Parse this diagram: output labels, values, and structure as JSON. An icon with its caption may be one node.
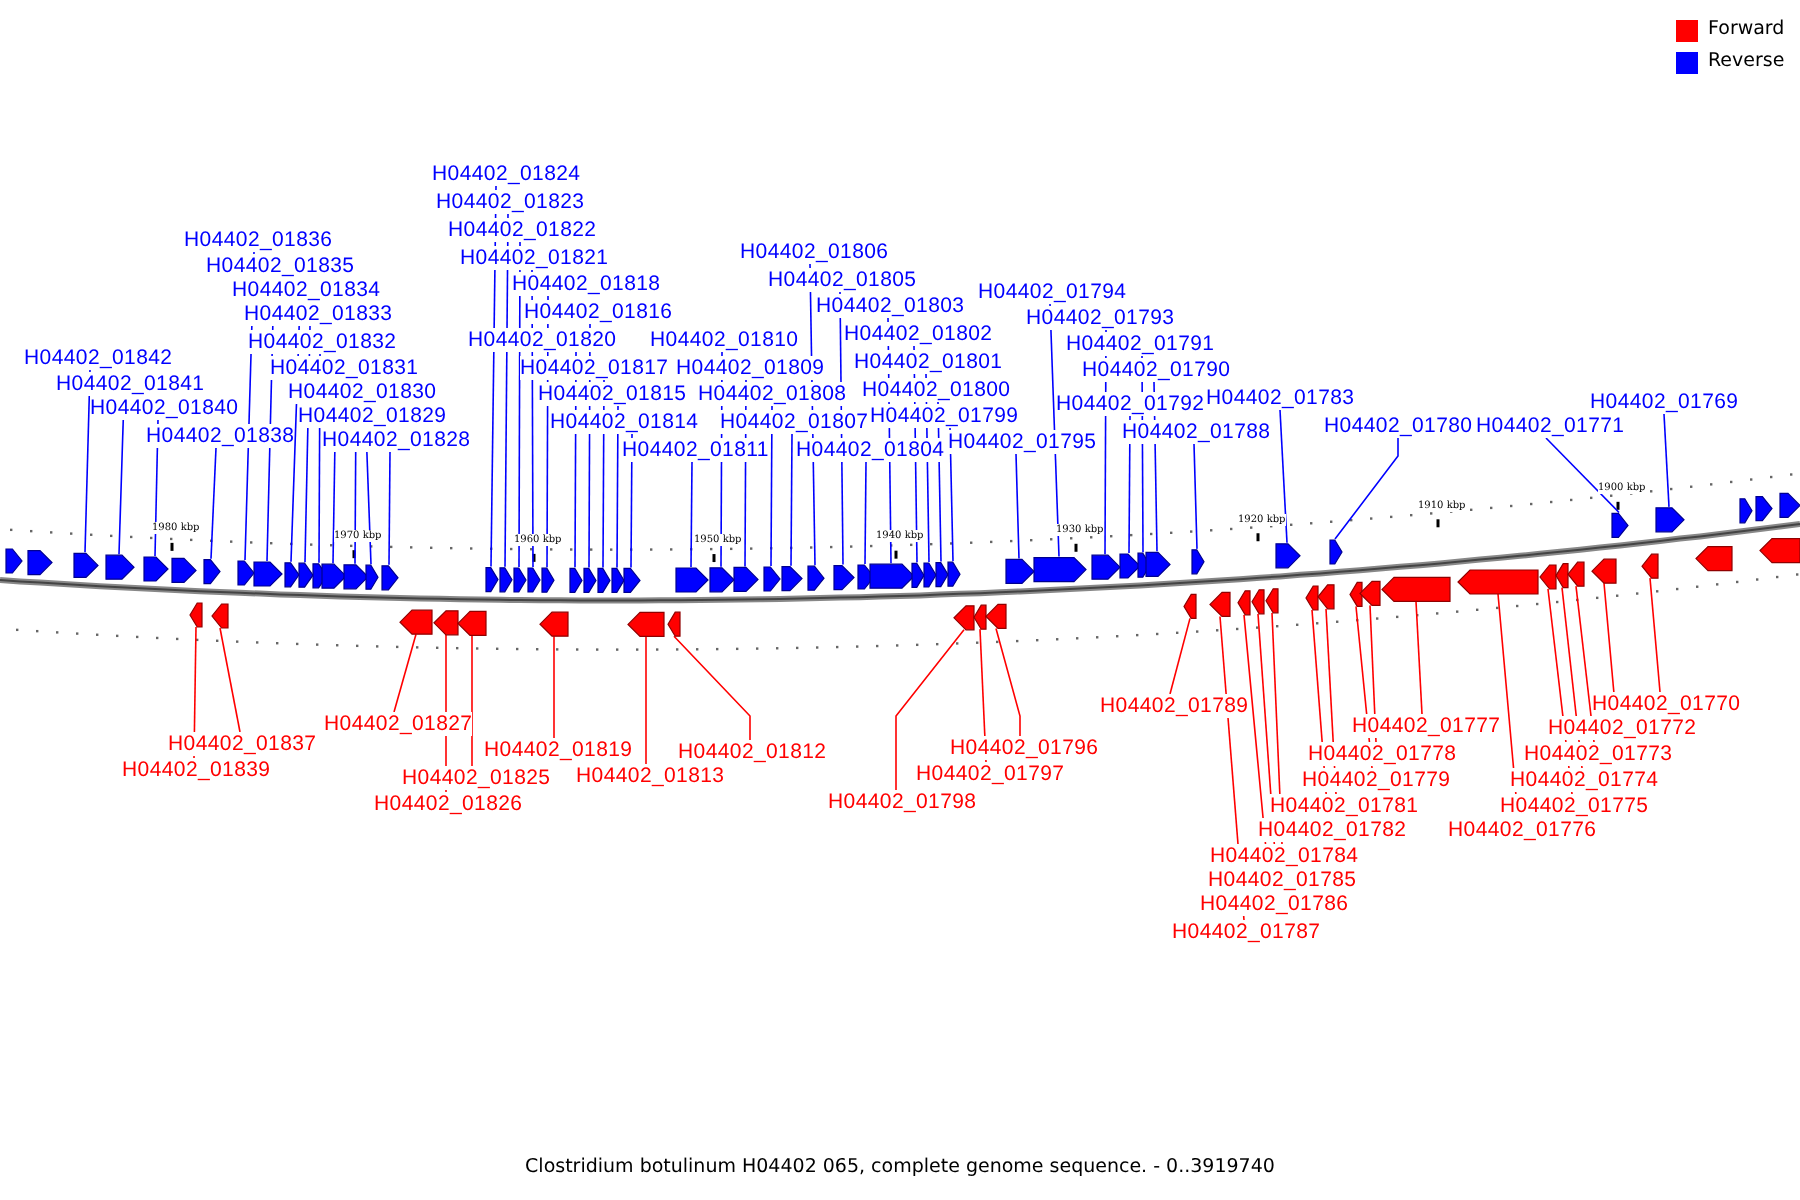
{
  "diagram": {
    "caption": "Clostridium botulinum H04402 065, complete genome sequence. - 0..3919740",
    "nodes": [
      {
        "text": [
          "H04402_01842"
        ]
      },
      {
        "text": [
          "H04402_01841"
        ]
      },
      {
        "text": [
          "H04402_01840"
        ]
      },
      {
        "text": [
          "H04402_01838"
        ]
      },
      {
        "text": [
          "H04402_01836"
        ]
      },
      {
        "text": [
          "H04402_01835"
        ]
      },
      {
        "text": [
          "H04402_01834"
        ]
      },
      {
        "text": [
          "H04402_01833"
        ]
      },
      {
        "text": [
          "H04402_01832"
        ]
      },
      {
        "text": [
          "H04402_01831"
        ]
      },
      {
        "text": [
          "H04402_01830"
        ]
      },
      {
        "text": [
          "H04402_01829"
        ]
      },
      {
        "text": [
          "H04402_01828"
        ]
      },
      {
        "text": [
          "H04402_01824"
        ]
      },
      {
        "text": [
          "H04402_01823"
        ]
      },
      {
        "text": [
          "H04402_01822"
        ]
      },
      {
        "text": [
          "H04402_01821"
        ]
      },
      {
        "text": [
          "H04402_01818"
        ]
      },
      {
        "text": [
          "H04402_01820"
        ]
      },
      {
        "text": [
          "H04402_01816"
        ]
      },
      {
        "text": [
          "H04402_01817"
        ]
      },
      {
        "text": [
          "H04402_01815"
        ]
      },
      {
        "text": [
          "H04402_01814"
        ]
      },
      {
        "text": [
          "H04402_01811"
        ]
      },
      {
        "text": [
          "H04402_01810"
        ]
      },
      {
        "text": [
          "H04402_01809"
        ]
      },
      {
        "text": [
          "H04402_01808"
        ]
      },
      {
        "text": [
          "H04402_01807"
        ]
      },
      {
        "text": [
          "H04402_01806"
        ]
      },
      {
        "text": [
          "H04402_01805"
        ]
      },
      {
        "text": [
          "H04402_01804"
        ]
      },
      {
        "text": [
          "H04402_01803"
        ]
      },
      {
        "text": [
          "H04402_01802"
        ]
      },
      {
        "text": [
          "H04402_01801"
        ]
      },
      {
        "text": [
          "H04402_01800"
        ]
      },
      {
        "text": [
          "H04402_01799"
        ]
      },
      {
        "text": [
          "H04402_01795"
        ]
      },
      {
        "text": [
          "H04402_01794"
        ]
      },
      {
        "text": [
          "H04402_01793"
        ]
      },
      {
        "text": [
          "H04402_01792"
        ]
      },
      {
        "text": [
          "H04402_01791"
        ]
      },
      {
        "text": [
          "H04402_01790"
        ]
      },
      {
        "text": [
          "H04402_01788"
        ]
      },
      {
        "text": [
          "H04402_01783"
        ]
      },
      {
        "text": [
          "H04402_01780"
        ]
      },
      {
        "text": [
          "H04402_01771"
        ]
      },
      {
        "text": [
          "H04402_01769"
        ]
      },
      {
        "text": [
          "H04402_01837"
        ]
      },
      {
        "text": [
          "H04402_01839"
        ]
      },
      {
        "text": [
          "H04402_01827"
        ]
      },
      {
        "text": [
          "H04402_01826"
        ]
      },
      {
        "text": [
          "H04402_01825"
        ]
      },
      {
        "text": [
          "H04402_01819"
        ]
      },
      {
        "text": [
          "H04402_01813"
        ]
      },
      {
        "text": [
          "H04402_01812"
        ]
      },
      {
        "text": [
          "H04402_01798"
        ]
      },
      {
        "text": [
          "H04402_01797"
        ]
      },
      {
        "text": [
          "H04402_01796"
        ]
      },
      {
        "text": [
          "H04402_01789"
        ]
      },
      {
        "text": [
          "H04402_01787"
        ]
      },
      {
        "text": [
          "H04402_01786"
        ]
      },
      {
        "text": [
          "H04402_01785"
        ]
      },
      {
        "text": [
          "H04402_01784"
        ]
      },
      {
        "text": [
          "H04402_01782"
        ]
      },
      {
        "text": [
          "H04402_01781"
        ]
      },
      {
        "text": [
          "H04402_01779"
        ]
      },
      {
        "text": [
          "H04402_01778"
        ]
      },
      {
        "text": [
          "H04402_01777"
        ]
      },
      {
        "text": [
          "H04402_01776"
        ]
      },
      {
        "text": [
          "H04402_01775"
        ]
      },
      {
        "text": [
          "H04402_01774"
        ]
      },
      {
        "text": [
          "H04402_01773"
        ]
      },
      {
        "text": [
          "H04402_01772"
        ]
      },
      {
        "text": [
          "H04402_01770"
        ]
      },
      {
        "text": [],
        "shape": "arrow"
      },
      {
        "text": [],
        "shape": "arrow"
      },
      {
        "text": [],
        "shape": "arrow"
      },
      {
        "text": [],
        "shape": "arrow"
      },
      {
        "text": [],
        "shape": "arrow"
      },
      {
        "text": [],
        "shape": "arrow"
      },
      {
        "text": [],
        "shape": "arrow"
      },
      {
        "text": [],
        "shape": "arrow"
      },
      {
        "text": [],
        "shape": "arrow"
      },
      {
        "text": [],
        "shape": "arrow"
      },
      {
        "text": [],
        "shape": "arrow"
      },
      {
        "text": [],
        "shape": "arrow"
      },
      {
        "text": [],
        "shape": "arrow"
      },
      {
        "text": [],
        "shape": "arrow"
      },
      {
        "text": [],
        "shape": "arrow"
      },
      {
        "text": [],
        "shape": "arrow"
      },
      {
        "text": [],
        "shape": "arrow"
      },
      {
        "text": [],
        "shape": "arrow"
      },
      {
        "text": [],
        "shape": "arrow"
      },
      {
        "text": [],
        "shape": "arrow"
      },
      {
        "text": [],
        "shape": "arrow"
      },
      {
        "text": [],
        "shape": "arrow"
      },
      {
        "text": [],
        "shape": "arrow"
      },
      {
        "text": [],
        "shape": "arrow"
      },
      {
        "text": [],
        "shape": "arrow"
      },
      {
        "text": [],
        "shape": "arrow"
      },
      {
        "text": [],
        "shape": "arrow"
      },
      {
        "text": [],
        "shape": "arrow"
      },
      {
        "text": [],
        "shape": "arrow"
      },
      {
        "text": [],
        "shape": "arrow"
      },
      {
        "text": [],
        "shape": "arrow"
      },
      {
        "text": [],
        "shape": "arrow"
      },
      {
        "text": [],
        "shape": "arrow"
      },
      {
        "text": [],
        "shape": "arrow"
      },
      {
        "text": [],
        "shape": "arrow"
      },
      {
        "text": [],
        "shape": "arrow"
      },
      {
        "text": [],
        "shape": "arrow"
      },
      {
        "text": [],
        "shape": "arrow"
      },
      {
        "text": [],
        "shape": "arrow"
      },
      {
        "text": [],
        "shape": "arrow"
      },
      {
        "text": [],
        "shape": "arrow"
      },
      {
        "text": [],
        "shape": "arrow"
      },
      {
        "text": [],
        "shape": "arrow"
      },
      {
        "text": [],
        "shape": "arrow"
      },
      {
        "text": [],
        "shape": "arrow"
      },
      {
        "text": [],
        "shape": "arrow"
      },
      {
        "text": [],
        "shape": "arrow"
      },
      {
        "text": [],
        "shape": "arrow"
      },
      {
        "text": [],
        "shape": "arrow"
      },
      {
        "text": [],
        "shape": "arrow"
      },
      {
        "text": [],
        "shape": "arrow"
      },
      {
        "text": [],
        "shape": "arrow"
      },
      {
        "text": [],
        "shape": "arrow"
      },
      {
        "text": [],
        "shape": "arrow"
      },
      {
        "text": [],
        "shape": "arrow"
      },
      {
        "text": [],
        "shape": "arrow"
      },
      {
        "text": [],
        "shape": "arrow"
      },
      {
        "text": [],
        "shape": "arrow"
      },
      {
        "text": [],
        "shape": "arrow"
      },
      {
        "text": [],
        "shape": "arrow"
      },
      {
        "text": [],
        "shape": "arrow"
      },
      {
        "text": [],
        "shape": "arrow"
      },
      {
        "text": [],
        "shape": "arrow"
      },
      {
        "text": [],
        "shape": "arrow"
      },
      {
        "text": [],
        "shape": "arrow"
      },
      {
        "text": [],
        "shape": "arrow"
      },
      {
        "text": [],
        "shape": "arrow"
      },
      {
        "text": [],
        "shape": "arrow"
      },
      {
        "text": [],
        "shape": "arrow"
      },
      {
        "text": [],
        "shape": "arrow"
      },
      {
        "text": [],
        "shape": "arrow"
      },
      {
        "text": [],
        "shape": "arrow"
      },
      {
        "text": [],
        "shape": "arrow"
      },
      {
        "text": [],
        "shape": "arrow"
      },
      {
        "text": [],
        "shape": "arrow"
      },
      {
        "text": [],
        "shape": "arrow"
      },
      {
        "text": [],
        "shape": "arrow"
      },
      {
        "text": [],
        "shape": "arrow"
      },
      {
        "text": [],
        "shape": "arrow"
      },
      {
        "text": [],
        "shape": "arrow"
      },
      {
        "text": [],
        "shape": "arrow"
      },
      {
        "text": [],
        "shape": "arrow"
      }
    ],
    "edges": [
      {
        "from": 0,
        "to": 74,
        "arrow": "none"
      },
      {
        "from": 1,
        "to": 75,
        "arrow": "none"
      },
      {
        "from": 2,
        "to": 76,
        "arrow": "none"
      },
      {
        "from": 3,
        "to": 77,
        "arrow": "none"
      },
      {
        "from": 4,
        "to": 78,
        "arrow": "none"
      },
      {
        "from": 5,
        "to": 79,
        "arrow": "none"
      },
      {
        "from": 6,
        "to": 80,
        "arrow": "none"
      },
      {
        "from": 7,
        "to": 81,
        "arrow": "none"
      },
      {
        "from": 8,
        "to": 82,
        "arrow": "none"
      },
      {
        "from": 9,
        "to": 83,
        "arrow": "none"
      },
      {
        "from": 10,
        "to": 84,
        "arrow": "none"
      },
      {
        "from": 11,
        "to": 85,
        "arrow": "none"
      },
      {
        "from": 12,
        "to": 86,
        "arrow": "none"
      },
      {
        "from": 13,
        "to": 87,
        "arrow": "none"
      },
      {
        "from": 14,
        "to": 88,
        "arrow": "none"
      },
      {
        "from": 15,
        "to": 89,
        "arrow": "none"
      },
      {
        "from": 16,
        "to": 90,
        "arrow": "none"
      },
      {
        "from": 17,
        "to": 91,
        "arrow": "none"
      },
      {
        "from": 18,
        "to": 92,
        "arrow": "none"
      },
      {
        "from": 19,
        "to": 93,
        "arrow": "none"
      },
      {
        "from": 20,
        "to": 94,
        "arrow": "none"
      },
      {
        "from": 21,
        "to": 95,
        "arrow": "none"
      },
      {
        "from": 22,
        "to": 96,
        "arrow": "none"
      },
      {
        "from": 23,
        "to": 97,
        "arrow": "none"
      },
      {
        "from": 24,
        "to": 98,
        "arrow": "none"
      },
      {
        "from": 25,
        "to": 99,
        "arrow": "none"
      },
      {
        "from": 26,
        "to": 100,
        "arrow": "none"
      },
      {
        "from": 27,
        "to": 101,
        "arrow": "none"
      },
      {
        "from": 28,
        "to": 102,
        "arrow": "none"
      },
      {
        "from": 29,
        "to": 103,
        "arrow": "none"
      },
      {
        "from": 30,
        "to": 104,
        "arrow": "none"
      },
      {
        "from": 31,
        "to": 105,
        "arrow": "none"
      },
      {
        "from": 32,
        "to": 106,
        "arrow": "none"
      },
      {
        "from": 33,
        "to": 107,
        "arrow": "none"
      },
      {
        "from": 34,
        "to": 108,
        "arrow": "none"
      },
      {
        "from": 35,
        "to": 109,
        "arrow": "none"
      },
      {
        "from": 36,
        "to": 110,
        "arrow": "none"
      },
      {
        "from": 37,
        "to": 111,
        "arrow": "none"
      },
      {
        "from": 38,
        "to": 112,
        "arrow": "none"
      },
      {
        "from": 39,
        "to": 113,
        "arrow": "none"
      },
      {
        "from": 40,
        "to": 114,
        "arrow": "none"
      },
      {
        "from": 41,
        "to": 115,
        "arrow": "none"
      },
      {
        "from": 42,
        "to": 116,
        "arrow": "none"
      },
      {
        "from": 43,
        "to": 117,
        "arrow": "none"
      },
      {
        "from": 44,
        "to": 118,
        "arrow": "none"
      },
      {
        "from": 45,
        "to": 119,
        "arrow": "none"
      },
      {
        "from": 46,
        "to": 120,
        "arrow": "none"
      },
      {
        "from": 47,
        "to": 122,
        "arrow": "none",
        "color": "#ff0000"
      },
      {
        "from": 48,
        "to": 121,
        "arrow": "none",
        "color": "#ff0000"
      },
      {
        "from": 49,
        "to": 123,
        "arrow": "none",
        "color": "#ff0000"
      },
      {
        "from": 50,
        "to": 124,
        "arrow": "none",
        "color": "#ff0000"
      },
      {
        "from": 51,
        "to": 125,
        "arrow": "none",
        "color": "#ff0000"
      },
      {
        "from": 52,
        "to": 126,
        "arrow": "none",
        "color": "#ff0000"
      },
      {
        "from": 53,
        "to": 127,
        "arrow": "none",
        "color": "#ff0000"
      },
      {
        "from": 54,
        "to": 128,
        "arrow": "none",
        "color": "#ff0000"
      },
      {
        "from": 55,
        "to": 129,
        "arrow": "none",
        "color": "#ff0000"
      },
      {
        "from": 56,
        "to": 130,
        "arrow": "none",
        "color": "#ff0000"
      },
      {
        "from": 57,
        "to": 131,
        "arrow": "none",
        "color": "#ff0000"
      },
      {
        "from": 58,
        "to": 132,
        "arrow": "none",
        "color": "#ff0000"
      },
      {
        "from": 59,
        "to": 133,
        "arrow": "none",
        "color": "#ff0000"
      },
      {
        "from": 60,
        "to": 134,
        "arrow": "none",
        "color": "#ff0000"
      },
      {
        "from": 61,
        "to": 135,
        "arrow": "none",
        "color": "#ff0000"
      },
      {
        "from": 62,
        "to": 136,
        "arrow": "none",
        "color": "#ff0000"
      },
      {
        "from": 63,
        "to": 137,
        "arrow": "none",
        "color": "#ff0000"
      },
      {
        "from": 64,
        "to": 138,
        "arrow": "none",
        "color": "#ff0000"
      },
      {
        "from": 65,
        "to": 139,
        "arrow": "none",
        "color": "#ff0000"
      },
      {
        "from": 66,
        "to": 140,
        "arrow": "none",
        "color": "#ff0000"
      },
      {
        "from": 67,
        "to": 141,
        "arrow": "none",
        "color": "#ff0000"
      },
      {
        "from": 68,
        "to": 142,
        "arrow": "none",
        "color": "#ff0000"
      },
      {
        "from": 69,
        "to": 143,
        "arrow": "none",
        "color": "#ff0000"
      },
      {
        "from": 70,
        "to": 144,
        "arrow": "none",
        "color": "#ff0000"
      },
      {
        "from": 71,
        "to": 145,
        "arrow": "none",
        "color": "#ff0000"
      },
      {
        "from": 72,
        "to": 146,
        "arrow": "none",
        "color": "#ff0000"
      },
      {
        "from": 73,
        "to": 147,
        "arrow": "none",
        "color": "#ff0000"
      }
    ],
    "labels": [
      "1980 kbp",
      "1970 kbp",
      "1960 kbp",
      "1950 kbp",
      "1940 kbp",
      "1930 kbp",
      "1920 kbp",
      "1910 kbp",
      "1900 kbp"
    ],
    "legend": [
      {
        "text": "Forward",
        "color": "#ff0000"
      },
      {
        "text": "Reverse",
        "color": "#0000ff"
      }
    ]
  }
}
